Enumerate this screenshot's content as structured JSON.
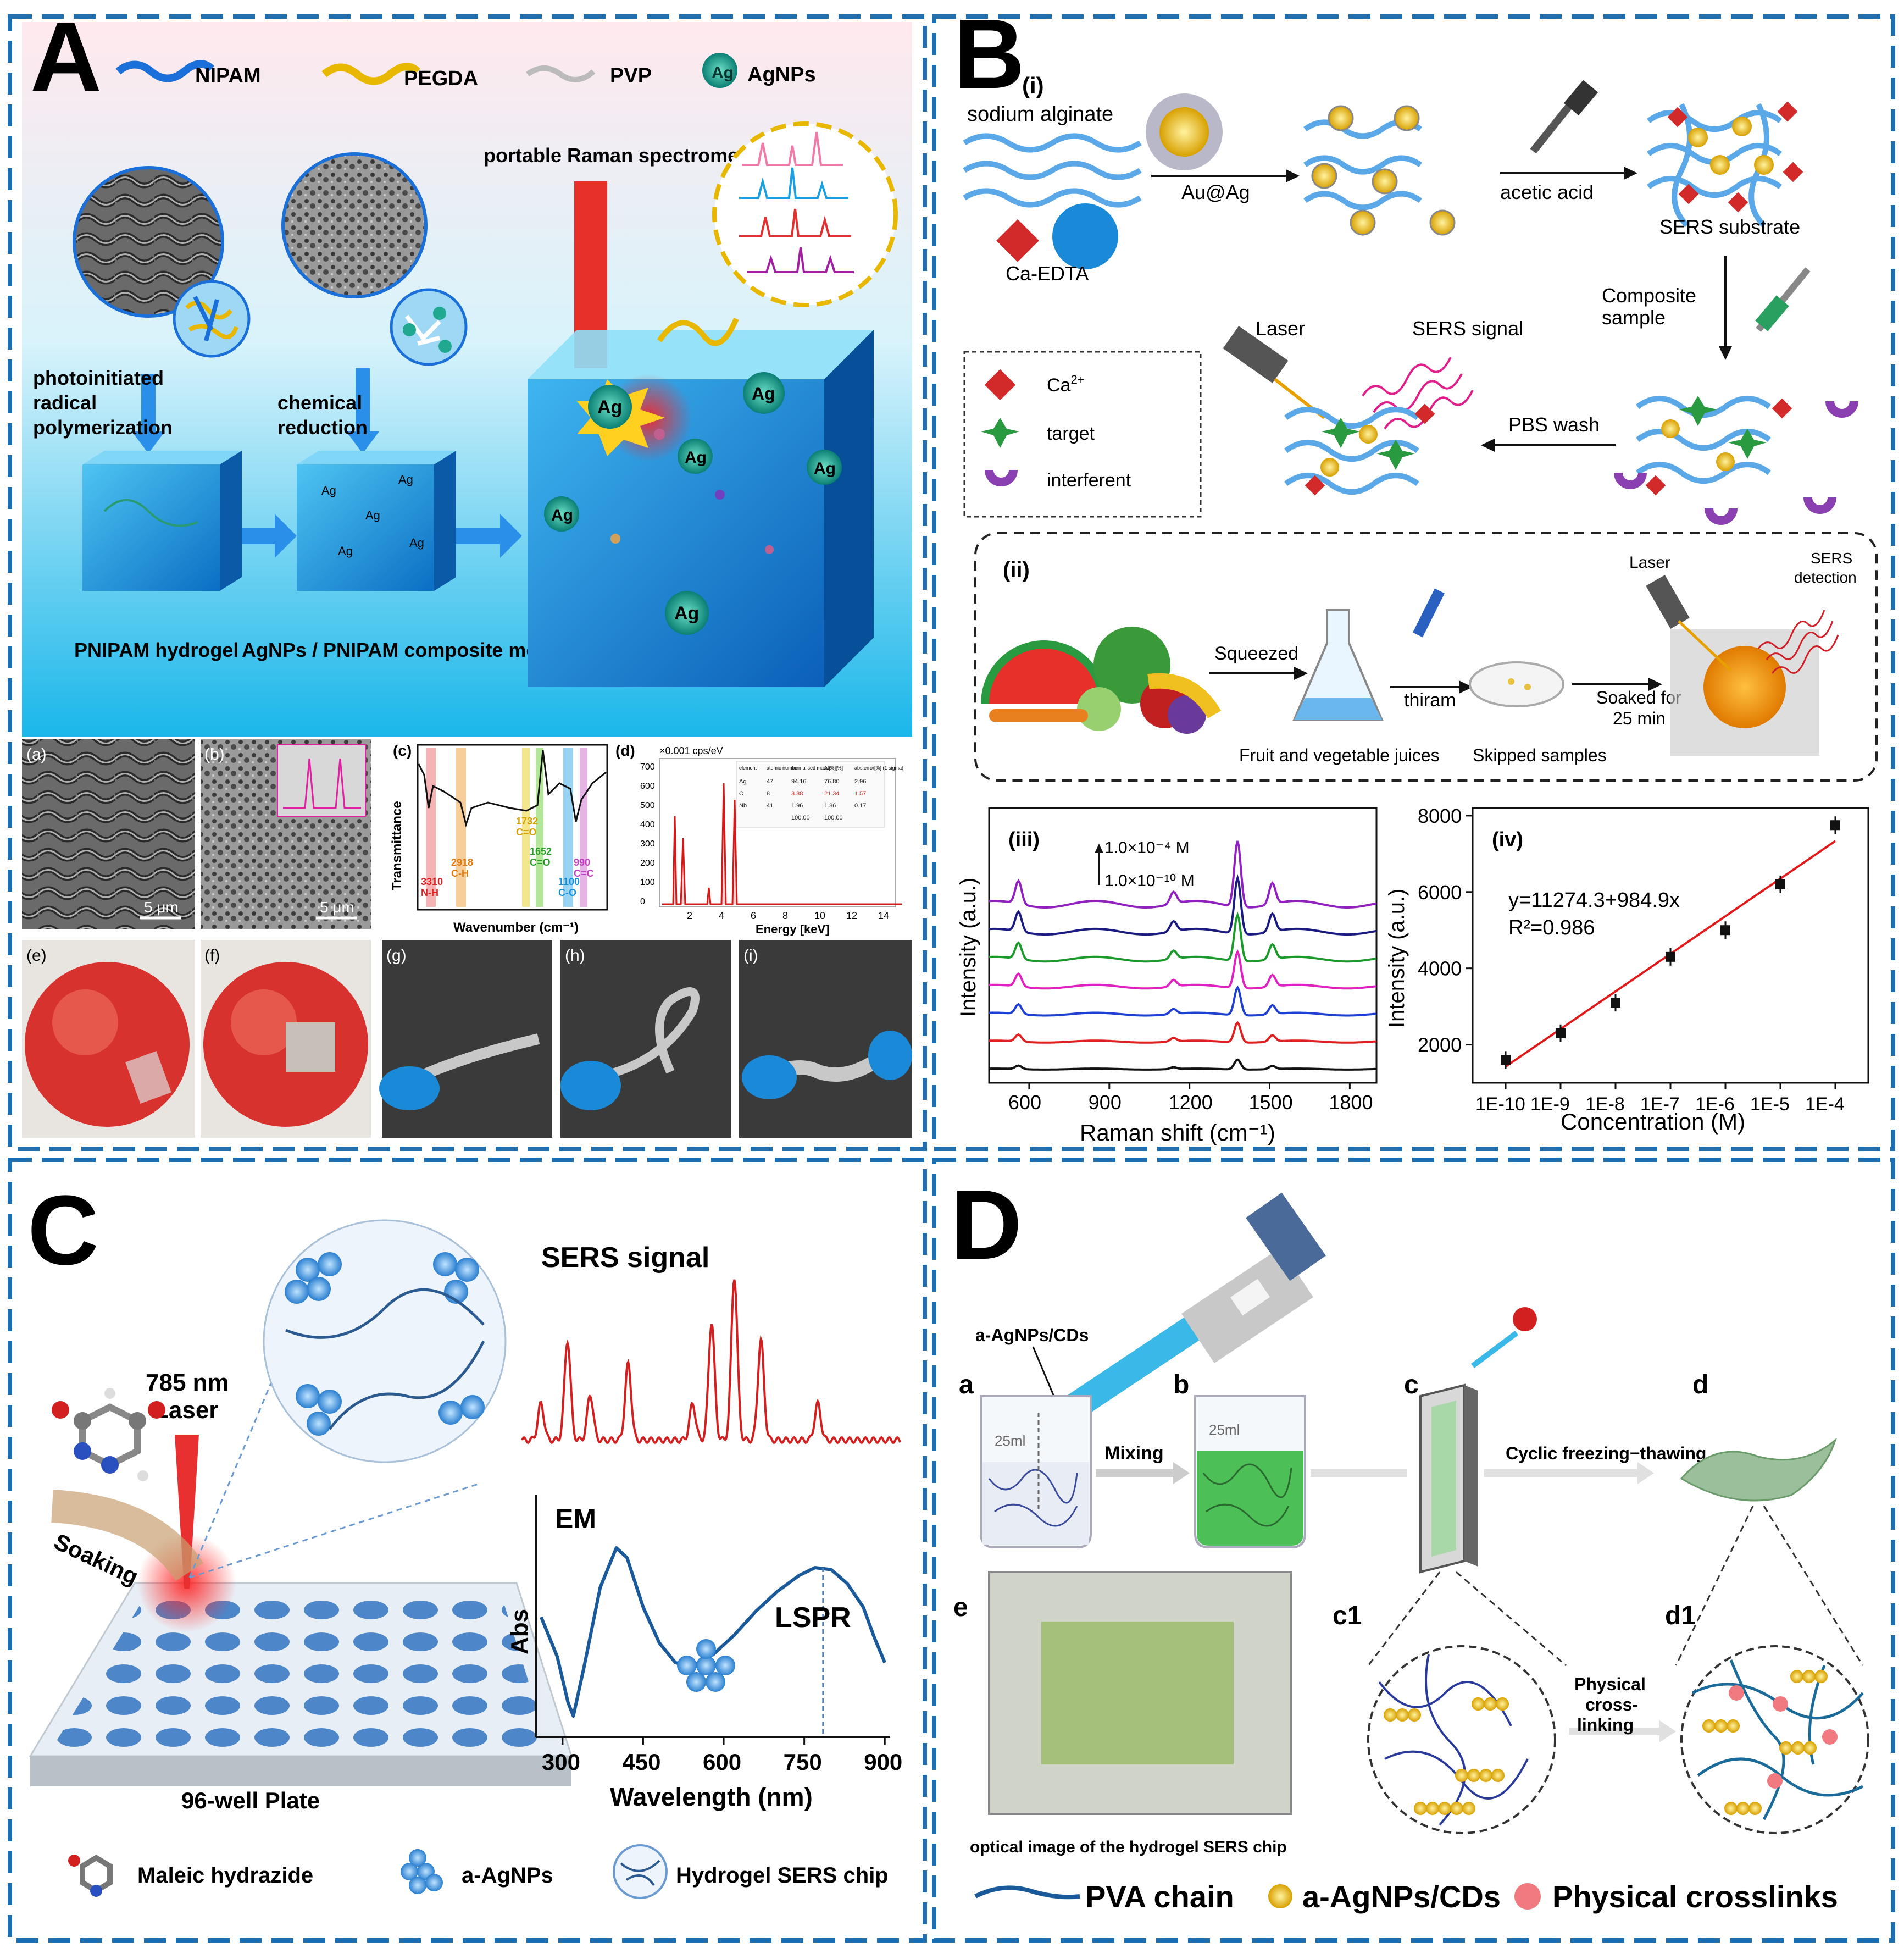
{
  "panel_a": {
    "letter": "A",
    "legend": {
      "nipam": "NIPAM",
      "pegda": "PEGDA",
      "pvp": "PVP",
      "ag_badge": "Ag",
      "agnps": "AgNPs"
    },
    "spectrometer": "portable Raman spectrometer",
    "step1": [
      "photoinitiated",
      "radical",
      "polymerization"
    ],
    "step2": [
      "chemical",
      "reduction"
    ],
    "ag": "Ag",
    "hydrogel": "PNIPAM hydrogel",
    "membrane": "AgNPs / PNIPAM composite membrane",
    "sub": {
      "a": "(a)",
      "b": "(b)",
      "c": "(c)",
      "d": "(d)",
      "e": "(e)",
      "f": "(f)",
      "g": "(g)",
      "h": "(h)",
      "i": "(i)"
    },
    "scale": "5 μm",
    "ftir": {
      "ylabel": "Transmittance",
      "xlabel": "Wavenumber (cm⁻¹)",
      "peaks": [
        {
          "wn": "3310",
          "grp": "N-H",
          "color": "#e02020"
        },
        {
          "wn": "2918",
          "grp": "C-H",
          "color": "#e07a10"
        },
        {
          "wn": "1732",
          "grp": "C=O",
          "color": "#d8a000"
        },
        {
          "wn": "1652",
          "grp": "C=O",
          "color": "#2a9d2a"
        },
        {
          "wn": "1100",
          "grp": "C-O",
          "color": "#1590d8"
        },
        {
          "wn": "990",
          "grp": "C=C",
          "color": "#c040c0"
        }
      ]
    },
    "eds": {
      "header": "×0.001 cps/eV",
      "xlabel": "Energy [keV]",
      "yticks": [
        "700",
        "600",
        "500",
        "400",
        "300",
        "200",
        "100",
        "0"
      ],
      "xticks": [
        "2",
        "4",
        "6",
        "8",
        "10",
        "12",
        "14"
      ],
      "table_head": [
        "element",
        "atomic number",
        "normalised mass[%]",
        "Atom[%]",
        "abs.error[%] (1 sigma)"
      ],
      "table_rows": [
        [
          "Ag",
          "47",
          "94.16",
          "76.80",
          "2.96"
        ],
        [
          "O",
          "8",
          "3.88",
          "21.34",
          "1.57"
        ],
        [
          "Nb",
          "41",
          "1.96",
          "1.86",
          "0.17"
        ],
        [
          "",
          "",
          "100.00",
          "100.00",
          ""
        ]
      ]
    }
  },
  "panel_b": {
    "letter": "B",
    "i": "(i)",
    "sodium_alginate": "sodium alginate",
    "ca_edta": "Ca-EDTA",
    "au_ag": "Au@Ag",
    "acetic": "acetic acid",
    "sers_substrate": "SERS substrate",
    "composite": [
      "Composite",
      "sample"
    ],
    "laser": "Laser",
    "sers_signal": "SERS signal",
    "pbs": "PBS wash",
    "legend": {
      "ca": "Ca",
      "ca_sup": "2+",
      "target": "target",
      "interferent": "interferent"
    },
    "ii": "(ii)",
    "squeezed": "Squeezed",
    "thiram": "thiram",
    "soaked": [
      "Soaked for",
      "25 min"
    ],
    "laser2": "Laser",
    "sers_det": [
      "SERS",
      "detection"
    ],
    "juices": "Fruit and vegetable juices",
    "skipped": "Skipped samples",
    "iii": "(iii)",
    "conc_hi": "1.0×10⁻⁴ M",
    "conc_lo": "1.0×10⁻¹⁰ M",
    "raman_xlabel": "Raman shift (cm⁻¹)",
    "raman_ylabel": "Intensity (a.u.)",
    "raman_xticks": [
      "600",
      "900",
      "1200",
      "1500",
      "1800"
    ],
    "iv": "(iv)",
    "fit_eq": "y=11274.3+984.9x",
    "fit_r2": "R²=0.986",
    "cal_xlabel": "Concentration (M)",
    "cal_ylabel": "Intensity (a.u.)"
  },
  "panel_c": {
    "letter": "C",
    "laser": [
      "785 nm",
      "Laser"
    ],
    "soaking": "Soaking",
    "plate": "96-well Plate",
    "sers_signal": "SERS signal",
    "em": "EM",
    "lspr": "LSPR",
    "abs": "Abs",
    "wavelength": "Wavelength (nm)",
    "xticks": [
      "300",
      "450",
      "600",
      "750",
      "900"
    ],
    "legend": [
      "Maleic hydrazide",
      "a-AgNPs",
      "Hydrogel SERS chip"
    ]
  },
  "panel_d": {
    "letter": "D",
    "reagent": "a-AgNPs/CDs",
    "steps": [
      "a",
      "b",
      "c",
      "d"
    ],
    "beaker_vol": "25ml",
    "mixing": "Mixing",
    "freeze": "Cyclic freezing−thawing",
    "e": "e",
    "c1": "c1",
    "d1": "d1",
    "physical": [
      "Physical",
      "cross-",
      "linking"
    ],
    "optical": "optical image of the hydrogel SERS chip",
    "legend": [
      "PVA chain",
      "a-AgNPs/CDs",
      "Physical crosslinks"
    ]
  },
  "chart_data": [
    {
      "type": "line",
      "panel": "B(iii)",
      "xlabel": "Raman shift (cm⁻¹)",
      "ylabel": "Intensity (a.u.)",
      "xlim": [
        450,
        1900
      ],
      "series": [
        {
          "color": "#111111",
          "offset": 0,
          "peak_scale": 0.15
        },
        {
          "color": "#e02020",
          "offset": 1,
          "peak_scale": 0.3
        },
        {
          "color": "#1f3fd0",
          "offset": 2,
          "peak_scale": 0.42
        },
        {
          "color": "#e020c0",
          "offset": 3,
          "peak_scale": 0.55
        },
        {
          "color": "#1a9a2a",
          "offset": 4,
          "peak_scale": 0.7
        },
        {
          "color": "#1a1a80",
          "offset": 5,
          "peak_scale": 0.85
        },
        {
          "color": "#9020c0",
          "offset": 6,
          "peak_scale": 1.0
        }
      ],
      "peaks": [
        [
          560,
          0.35
        ],
        [
          1140,
          0.18
        ],
        [
          1380,
          1.0
        ],
        [
          1510,
          0.32
        ]
      ]
    },
    {
      "type": "scatter",
      "panel": "B(iv)",
      "xlabel": "Concentration (M)",
      "ylabel": "Intensity (a.u.)",
      "categories": [
        "1E-10",
        "1E-9",
        "1E-8",
        "1E-7",
        "1E-6",
        "1E-5",
        "1E-4"
      ],
      "values": [
        1600,
        2300,
        3100,
        4300,
        5000,
        6200,
        7750
      ],
      "ylim": [
        1000,
        8200
      ],
      "yticks": [
        2000,
        4000,
        6000,
        8000
      ],
      "fit": {
        "intercept": 11274.3,
        "slope": 984.9,
        "r2": 0.986
      }
    },
    {
      "type": "line",
      "panel": "C-SERS",
      "color": "#d22020",
      "peaks": [
        [
          0.05,
          0.2
        ],
        [
          0.12,
          0.55
        ],
        [
          0.18,
          0.25
        ],
        [
          0.28,
          0.42
        ],
        [
          0.45,
          0.2
        ],
        [
          0.5,
          0.65
        ],
        [
          0.56,
          0.9
        ],
        [
          0.63,
          0.55
        ],
        [
          0.78,
          0.2
        ]
      ]
    },
    {
      "type": "line",
      "panel": "C-Abs",
      "xlabel": "Wavelength (nm)",
      "ylabel": "Abs",
      "xlim": [
        250,
        910
      ],
      "x": [
        260,
        290,
        310,
        320,
        340,
        370,
        400,
        420,
        450,
        480,
        510,
        540,
        580,
        620,
        660,
        700,
        740,
        770,
        800,
        830,
        860,
        880,
        900
      ],
      "y": [
        0.55,
        0.35,
        0.12,
        0.05,
        0.3,
        0.7,
        0.9,
        0.85,
        0.6,
        0.42,
        0.32,
        0.3,
        0.36,
        0.46,
        0.58,
        0.68,
        0.76,
        0.8,
        0.79,
        0.72,
        0.6,
        0.45,
        0.32
      ],
      "lspr_x": 785
    }
  ]
}
